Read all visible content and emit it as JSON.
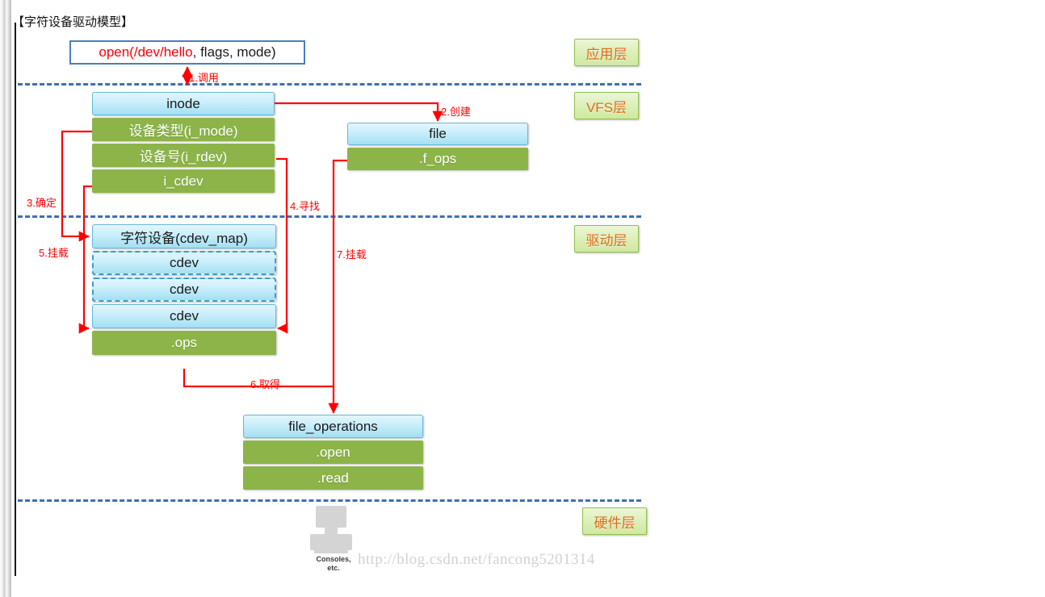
{
  "title": "【字符设备驱动模型】",
  "colors": {
    "green_field": "#8cb449",
    "blue_header": "#a4dff2",
    "red_wire": "#ff0000",
    "divider_blue": "#3d6fb5",
    "layer_tag_text": "#e06a1b",
    "watermark": "#d2d2d2"
  },
  "app_call": {
    "keyword": "open(",
    "path": "/dev/hello",
    "rest": ", flags, mode)"
  },
  "layers": [
    {
      "name": "application",
      "label": "应用层"
    },
    {
      "name": "vfs",
      "label": "VFS层"
    },
    {
      "name": "driver",
      "label": "驱动层"
    },
    {
      "name": "hardware",
      "label": "硬件层"
    }
  ],
  "nodes": {
    "inode": {
      "header": "inode",
      "fields": [
        "设备类型(i_mode)",
        "设备号(i_rdev)",
        "i_cdev"
      ]
    },
    "file": {
      "header": "file",
      "fields": [
        ".f_ops"
      ]
    },
    "cdev_map": {
      "header": "字符设备(cdev_map)",
      "entries": [
        "cdev",
        "cdev",
        "cdev"
      ],
      "fields": [
        ".ops"
      ]
    },
    "file_operations": {
      "header": "file_operations",
      "fields": [
        ".open",
        ".read"
      ]
    }
  },
  "steps": [
    {
      "id": "1",
      "label": "1.调用"
    },
    {
      "id": "2",
      "label": "2.创建"
    },
    {
      "id": "3",
      "label": "3.确定"
    },
    {
      "id": "4",
      "label": "4.寻找"
    },
    {
      "id": "5",
      "label": "5.挂载"
    },
    {
      "id": "6",
      "label": "6.取得"
    },
    {
      "id": "7",
      "label": "7.挂载"
    }
  ],
  "hardware": {
    "icon_caption_line1": "Consoles,",
    "icon_caption_line2": "etc."
  },
  "watermark": "http://blog.csdn.net/fancong5201314"
}
